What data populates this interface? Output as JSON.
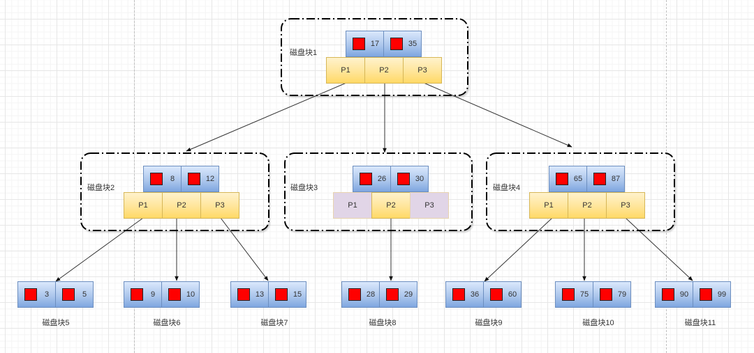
{
  "diagram": {
    "title": "B-Tree disk block structure",
    "colors": {
      "key_fill_top": "#dae8fc",
      "key_fill_bottom": "#7ea6e0",
      "key_border": "#6c8ebf",
      "pointer_fill_top": "#fff2cc",
      "pointer_fill_bottom": "#ffd966",
      "pointer_border": "#d6b656",
      "pointer_inactive_fill": "#e1d5e7",
      "data_marker": "#ff0000",
      "edge": "#333333"
    },
    "root": {
      "label": "磁盘块1",
      "keys": [
        "17",
        "35"
      ],
      "pointers": [
        {
          "label": "P1",
          "active": true
        },
        {
          "label": "P2",
          "active": true
        },
        {
          "label": "P3",
          "active": true
        }
      ]
    },
    "internal": [
      {
        "label": "磁盘块2",
        "keys": [
          "8",
          "12"
        ],
        "pointers": [
          {
            "label": "P1",
            "active": true
          },
          {
            "label": "P2",
            "active": true
          },
          {
            "label": "P3",
            "active": true
          }
        ]
      },
      {
        "label": "磁盘块3",
        "keys": [
          "26",
          "30"
        ],
        "pointers": [
          {
            "label": "P1",
            "active": false
          },
          {
            "label": "P2",
            "active": true
          },
          {
            "label": "P3",
            "active": false
          }
        ]
      },
      {
        "label": "磁盘块4",
        "keys": [
          "65",
          "87"
        ],
        "pointers": [
          {
            "label": "P1",
            "active": true
          },
          {
            "label": "P2",
            "active": true
          },
          {
            "label": "P3",
            "active": true
          }
        ]
      }
    ],
    "leaves": [
      {
        "label": "磁盘块5",
        "keys": [
          "3",
          "5"
        ]
      },
      {
        "label": "磁盘块6",
        "keys": [
          "9",
          "10"
        ]
      },
      {
        "label": "磁盘块7",
        "keys": [
          "13",
          "15"
        ]
      },
      {
        "label": "磁盘块8",
        "keys": [
          "28",
          "29"
        ]
      },
      {
        "label": "磁盘块9",
        "keys": [
          "36",
          "60"
        ]
      },
      {
        "label": "磁盘块10",
        "keys": [
          "75",
          "79"
        ]
      },
      {
        "label": "磁盘块11",
        "keys": [
          "90",
          "99"
        ]
      }
    ],
    "edges": [
      {
        "from": "root.P1",
        "to": "磁盘块2"
      },
      {
        "from": "root.P2",
        "to": "磁盘块3"
      },
      {
        "from": "root.P3",
        "to": "磁盘块4"
      },
      {
        "from": "磁盘块2.P1",
        "to": "磁盘块5"
      },
      {
        "from": "磁盘块2.P2",
        "to": "磁盘块6"
      },
      {
        "from": "磁盘块2.P3",
        "to": "磁盘块7"
      },
      {
        "from": "磁盘块3.P2",
        "to": "磁盘块8"
      },
      {
        "from": "磁盘块4.P1",
        "to": "磁盘块9"
      },
      {
        "from": "磁盘块4.P2",
        "to": "磁盘块10"
      },
      {
        "from": "磁盘块4.P3",
        "to": "磁盘块11"
      }
    ]
  }
}
